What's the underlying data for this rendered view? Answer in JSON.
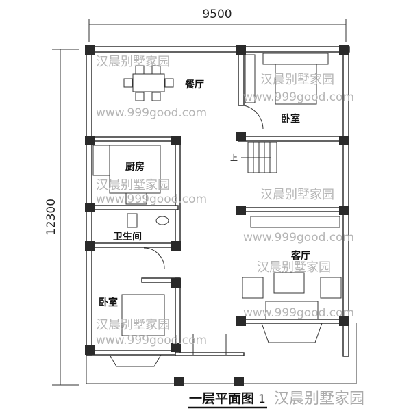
{
  "plan": {
    "dimensions": {
      "width": "9500",
      "depth": "12300"
    },
    "rooms": {
      "dining": "餐厅",
      "bedroom_top": "卧室",
      "kitchen": "厨房",
      "bathroom": "卫生间",
      "living": "客厅",
      "bedroom_bottom": "卧室",
      "stairs_up": "上"
    },
    "title": "一层平面图",
    "title_scale": "1",
    "watermark": {
      "brand": "汉晨别墅家园",
      "site": "www.999good.com"
    },
    "colors": {
      "wall": "#222222",
      "column": "#2a2a2a",
      "background": "#ffffff",
      "watermark": "#bbbbbb"
    }
  }
}
